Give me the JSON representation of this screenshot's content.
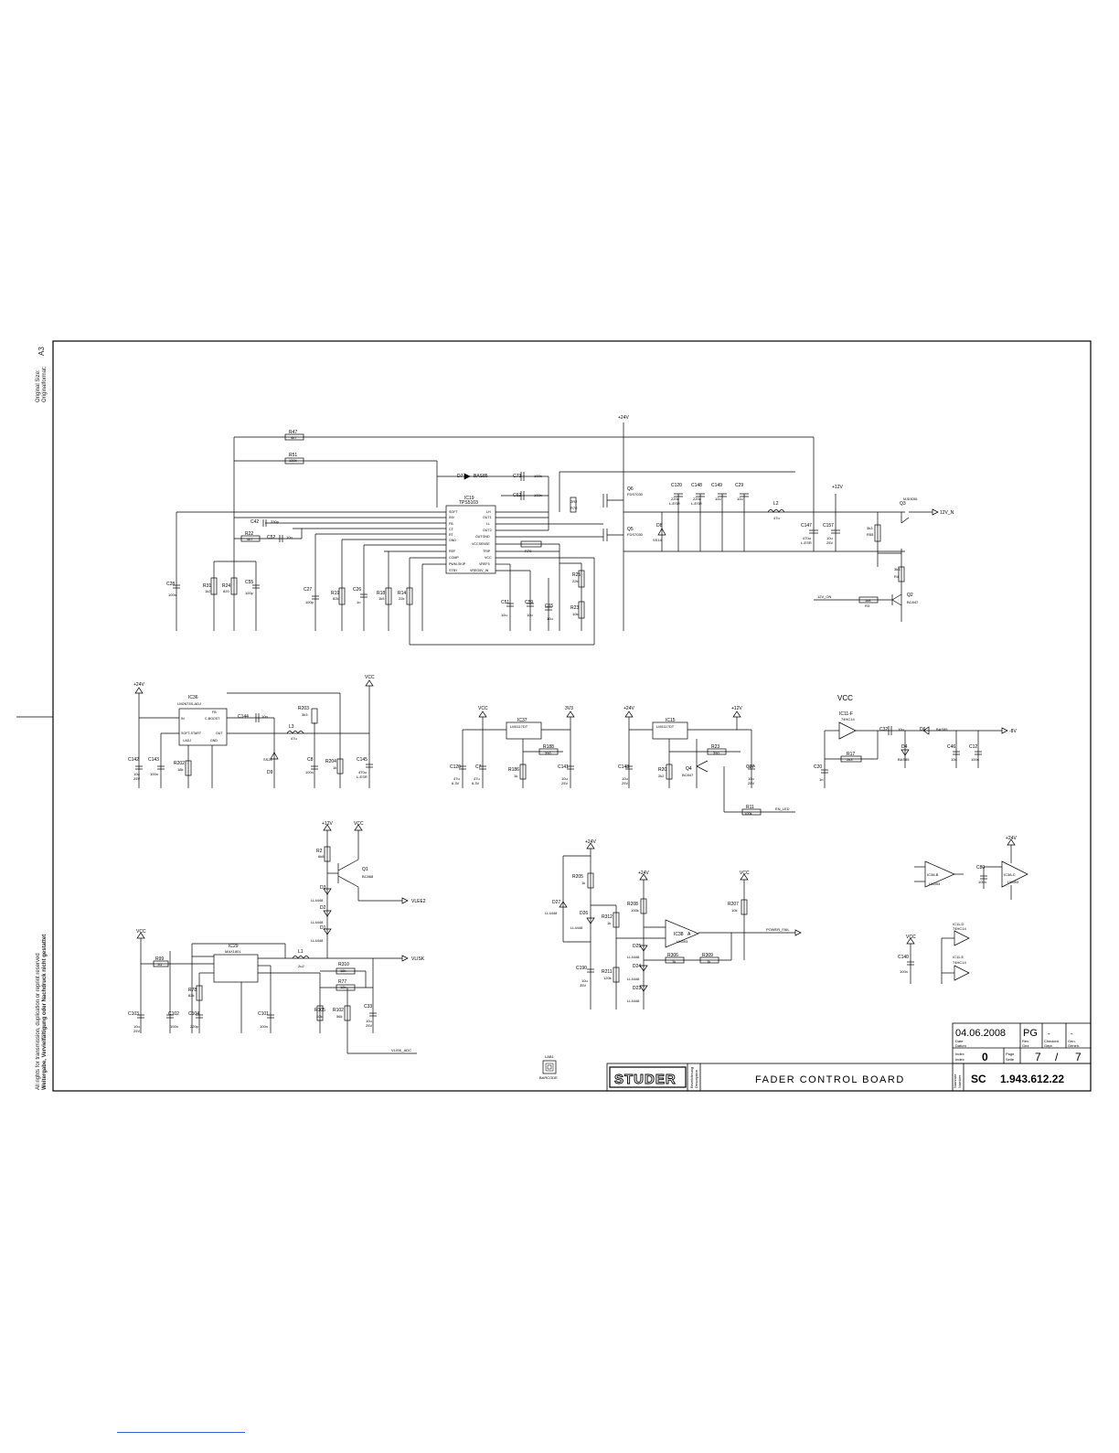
{
  "side": {
    "original_size_label": "Original Size:",
    "original_size_label2": "Originalformat:",
    "format": "A3",
    "rights_line1": "All rights for transmission, duplication or reprint reserved",
    "rights_line2": "Weitergabe, Vervielfältigung oder Nachdruck nicht gestattet"
  },
  "rails": {
    "p24v": "+24V",
    "p12v": "+12V",
    "vcc": "VCC",
    "p3v3": "3V3",
    "out12v": "12V_N",
    "m8v": "-8V",
    "vlee2": "VLEE2",
    "vlisk": "VLISK"
  },
  "top_block": {
    "ic19": "IC19",
    "ic19_part": "TPS5103",
    "ic19_pins_left": [
      "SOFT",
      "INV",
      "FB",
      "CT",
      "RT",
      "GND",
      "REF",
      "COMP",
      "PWM-SKIP",
      "STBY"
    ],
    "ic19_pins_right": [
      "LH",
      "OUT1",
      "LL",
      "OUT2",
      "OUTGND",
      "VCCSENSE",
      "TRIP",
      "VCC",
      "VREF5",
      "VREG5V_IN"
    ],
    "r47": "R47",
    "r47_val": "4k7",
    "r51": "R51",
    "r51_val": "130k",
    "d7": "D7",
    "d7_part": "BAS85",
    "c73": "C73",
    "c73_val": "100n",
    "c62": "C62",
    "c62_val": "100n",
    "q6": "Q6",
    "q6_part": "FDS7030",
    "q5": "Q5",
    "q5_part": "FDS7030",
    "r2": "2R2",
    "r2_b": "R70",
    "c120": "C120",
    "c120_val": "220u",
    "c120_v": "L-ESR",
    "c148": "C148",
    "c148_val": "220u",
    "c148_v": "L-ESR",
    "c149": "C149",
    "c149_val": "10u",
    "c29": "C29",
    "c29_val": "10u",
    "l2": "L2",
    "l2_val": "47u",
    "d8": "D8",
    "d8_part": "SS14",
    "c147": "C147",
    "c147_val": "470u",
    "c147_v": "L-ESR",
    "c157": "C157",
    "c157_val": "10u",
    "c157_v": "25V",
    "r55": "R55",
    "c42": "C42",
    "c42_val": "330p",
    "r22": "R22",
    "r22_val": "4k7",
    "c52": "C52",
    "c52_val": "10n",
    "c28": "C28",
    "c28_val": "100n",
    "r31": "R31",
    "r31_val": "1k2",
    "r24": "R24",
    "r24_val": "820",
    "c55": "C55",
    "c55_val": "100p",
    "c27": "C27",
    "c27_val": "100p",
    "r19": "R19",
    "r19_val": "82k",
    "c26": "C26",
    "c26_val": "1u",
    "r18": "R18",
    "r18_val": "1k5",
    "r14": "R14",
    "r14_val": "22k",
    "c51": "C51",
    "c51_val": "10u",
    "c59": "C59",
    "c59_val": "10u",
    "c65": "C65",
    "c65_val": "10u",
    "r25": "R25",
    "r25_val": "22k",
    "r23": "R23",
    "r23_val": "10k",
    "q3": "Q3",
    "q3_part": "MJD3055",
    "r5": "R5",
    "r5_val": "3k3",
    "q2": "Q2",
    "q2_part": "BC847",
    "r3": "R3",
    "r3_val": "1k8",
    "r4": "R4",
    "r4_val": "3k3",
    "net_12v_on": "12V_ON"
  },
  "mid_left": {
    "ic36": "IC36",
    "ic36_part": "LM2673S-ADJ",
    "pins": [
      "IN",
      "FB",
      "SOFT-START",
      "C-BOOST",
      "OUT",
      "GND",
      "I-ADJ"
    ],
    "c144": "C144",
    "c144_val": "10n",
    "r203": "R203",
    "r203_val": "3k3",
    "l3": "L3",
    "l3_val": "47u",
    "d9": "D9",
    "d9_part": "SS24",
    "c8": "C8",
    "c8_val": "100n",
    "r204": "R204",
    "r204_val": "1k",
    "c145": "C145",
    "c145_val": "470u",
    "c145_v": "L-ESR",
    "c142": "C142",
    "c142_val": "10u",
    "c142_v": "25V",
    "c143": "C143",
    "c143_val": "100n",
    "r202": "R202",
    "r202_val": "18k"
  },
  "mid_center": {
    "ic37": "IC37",
    "ic37_part": "LM1117DT",
    "c120": "C120",
    "c120_val": "47u",
    "c120_v": "6.3V",
    "c7": "C7",
    "c7_val": "47u",
    "c7_v": "6.3V",
    "r188": "R188",
    "r188_val": "390",
    "r186": "R186",
    "r186_val": "1k",
    "c141": "C141",
    "c141_val": "10u",
    "c141_v": "25V",
    "ic15": "IC15",
    "ic15_part": "LM1117DT",
    "c143": "C143",
    "c143_val": "10u",
    "c143_v": "25V",
    "r20": "R20",
    "r20_val": "2k2",
    "q4": "Q4",
    "q4_part": "BC847",
    "r23": "R23",
    "r23_val": "390",
    "c27": "C27",
    "c27_val": "10u",
    "c27_v": "25V",
    "r11": "R11",
    "r11_val": "100k",
    "net_en": "EN_LED"
  },
  "mid_right": {
    "vcc_title": "VCC",
    "ic11f": "IC11-F",
    "ic11f_part": "74HC14",
    "c32": "C32",
    "c32_val": "10u",
    "d6": "D6",
    "d6_part": "BAS85",
    "d4": "D4",
    "d4_part": "BAS85",
    "r17": "R17",
    "r17_val": "2k3",
    "c20": "C20",
    "c20_val": "1n",
    "c46": "C46",
    "c46_val": "10u",
    "c12": "C12",
    "c12_val": "100n"
  },
  "bottom_left": {
    "r2": "R2",
    "r2_val": "6k8",
    "q1": "Q1",
    "q1_part": "BC868",
    "d3": "D3",
    "d3_part": "LL4448",
    "d2": "D2",
    "d2_part": "LL4448",
    "d1": "D1",
    "d1_part": "LL4448",
    "ic29": "IC29",
    "ic29_part": "MAX1801",
    "l1": "L1",
    "l1_val": "2u2",
    "r99": "R99",
    "r99_val": "1Ω",
    "r78": "R78",
    "r78_val": "82k",
    "r310": "R310",
    "r310_val": "18k",
    "r77": "R77",
    "r77_val": "12k",
    "r105": "R105",
    "r105_val": "10k",
    "r102": "R102",
    "r102_val": "56k",
    "c33": "C33",
    "c33_val": "10u",
    "c33_v": "25V",
    "c103": "C103",
    "c103_val": "10u",
    "c103_v": "25V",
    "c102": "C102",
    "c102_val": "100n",
    "c104": "C104",
    "c104_val": "220p",
    "c101": "C101",
    "c101_val": "100n",
    "net_vlisk_adc": "VLISK_ADC"
  },
  "bottom_center": {
    "d27": "D27",
    "d27_part": "LL4448",
    "r205": "R205",
    "r205_val": "1k",
    "d26": "D26",
    "d26_part": "LL4448",
    "r312": "R312",
    "r312_val": "1k",
    "c190": "C190",
    "c190_val": "10u",
    "c190_v": "35V",
    "r211": "R211",
    "r211_val": "120k",
    "r208": "R208",
    "r208_val": "100k",
    "d25": "D25",
    "d24": "D24",
    "d23": "D23",
    "d_part": "LL4448",
    "ic38": "IC38",
    "ic38_ch": "A",
    "ic38_part": "LM393",
    "r306": "R306",
    "r306_val": "1k",
    "r309": "R309",
    "r309_val": "1k",
    "r207": "R207",
    "r207_val": "10k",
    "net_power_fail": "POWER_FAIL",
    "lab_label": "LAB1",
    "lab_sub": "BARCODE"
  },
  "bottom_right": {
    "ic38b": "IC38-B",
    "ic38b_part": "LM393",
    "c80": "C80",
    "c80_val": "100n",
    "ic38c": "IC38-C",
    "ic38c_part": "LM393",
    "ic11d": "IC11-D",
    "ic11d_part": "74HC14",
    "ic11e": "IC11-E",
    "ic11e_part": "74HC14",
    "c140": "C140",
    "c140_val": "100n"
  },
  "title_block": {
    "date": "04.06.2008",
    "initials": "PG",
    "date_label": "Datum",
    "date_label2": "Date",
    "rev_label": "Rev.",
    "rev_label2": "Gez.",
    "checked_label": "Checked",
    "checked_label2": "Gepr.",
    "appr_label": "Gen.",
    "appr_label2": "Geneh.",
    "dash1": "-",
    "dash2": "-",
    "dash3": "-",
    "index_label": "Index",
    "index_label2": "Index",
    "index": "0",
    "page_label": "Page",
    "page_label2": "Seite",
    "page": "7",
    "pages": "7",
    "slash": "/",
    "brand": "STUDER",
    "desc_label": "Description",
    "desc_label2": "Bezeichnung",
    "title": "FADER CONTROL BOARD",
    "num_label": "Number",
    "num_label2": "Nummer",
    "prefix": "SC",
    "number": "1.943.612.22"
  }
}
